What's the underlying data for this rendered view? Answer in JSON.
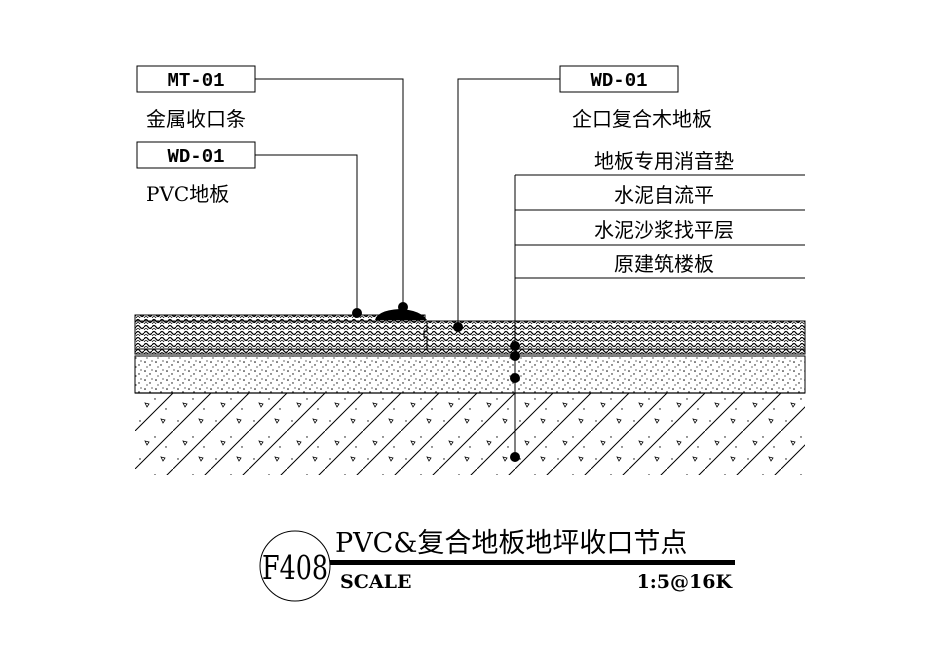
{
  "labels": {
    "mt01_code": "MT-01",
    "mt01_desc": "金属收口条",
    "wd01_left_code": "WD-01",
    "wd01_left_desc": "PVC地板",
    "wd01_right_code": "WD-01",
    "wd01_right_desc": "企口复合木地板",
    "layers": [
      "地板专用消音垫",
      "水泥自流平",
      "水泥沙浆找平层",
      "原建筑楼板"
    ]
  },
  "title_block": {
    "number": "F408",
    "title": "PVC&复合地板地坪收口节点",
    "scale_label": "SCALE",
    "scale_value": "1:5@16K"
  },
  "colors": {
    "ink": "#000000",
    "paper": "#ffffff"
  }
}
